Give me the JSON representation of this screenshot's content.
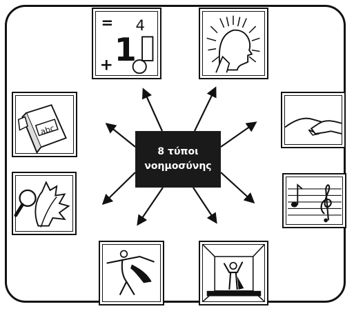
{
  "center": {
    "line1": "8 τύποι",
    "line2": "νοημοσύνης"
  },
  "cards": {
    "math": {
      "eq": "=",
      "plus": "+",
      "one": "1",
      "four": "4"
    },
    "linguistic": {
      "book_text": "abc"
    }
  },
  "icons": [
    "math-logic-icon",
    "self-reflection-head-icon",
    "book-abc-icon",
    "handshake-icon",
    "nature-leaf-magnifier-icon",
    "music-notes-icon",
    "dancer-bodily-icon",
    "person-in-room-spatial-icon"
  ]
}
